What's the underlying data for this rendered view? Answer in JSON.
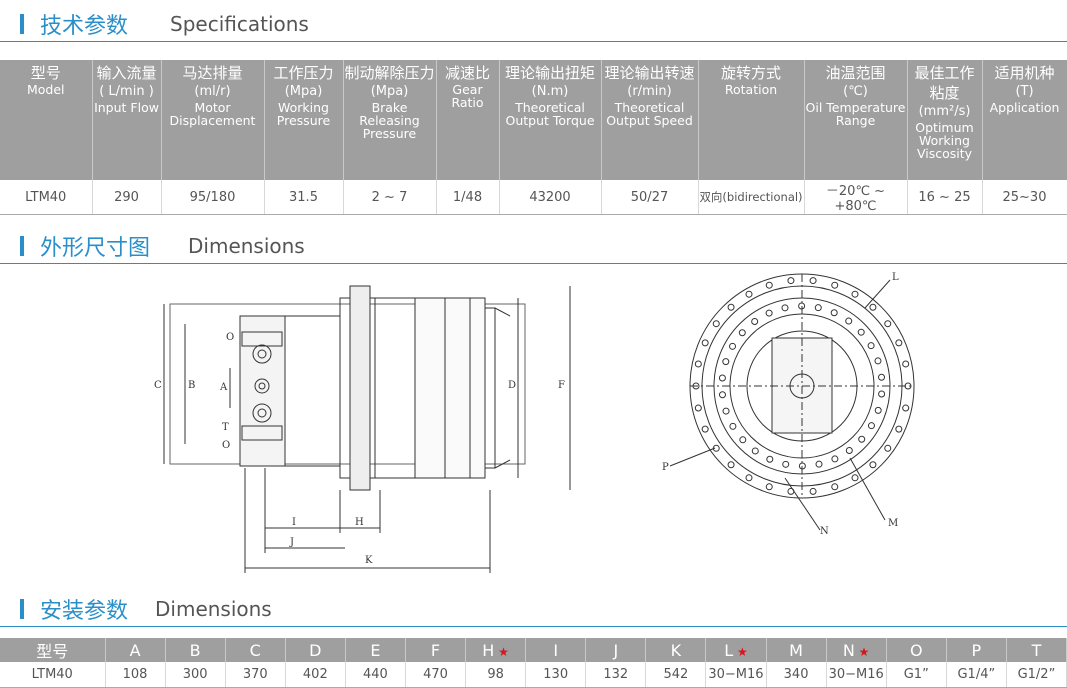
{
  "sections": {
    "specs": {
      "zh": "技术参数",
      "en": "Specifications"
    },
    "dims": {
      "zh": "外形尺寸图",
      "en": "Dimensions"
    },
    "install": {
      "zh": "安装参数",
      "en": "Dimensions"
    }
  },
  "spec_table": {
    "headers": [
      {
        "zh": "型号",
        "unit": "",
        "en": "Model"
      },
      {
        "zh": "输入流量",
        "unit": "( L/min )",
        "en": "Input Flow"
      },
      {
        "zh": "马达排量",
        "unit": "(ml/r)",
        "en": "Motor Displacement"
      },
      {
        "zh": "工作压力",
        "unit": "(Mpa)",
        "en": "Working Pressure"
      },
      {
        "zh": "制动解除压力",
        "unit": "(Mpa)",
        "en": "Brake Releasing Pressure"
      },
      {
        "zh": "减速比",
        "unit": "",
        "en": "Gear Ratio"
      },
      {
        "zh": "理论输出扭矩",
        "unit": "(N.m)",
        "en": "Theoretical Output Torque"
      },
      {
        "zh": "理论输出转速",
        "unit": "(r/min)",
        "en": "Theoretical Output Speed"
      },
      {
        "zh": "旋转方式",
        "unit": "",
        "en": "Rotation"
      },
      {
        "zh": "油温范围",
        "unit": "(℃)",
        "en": "Oil Temperature Range"
      },
      {
        "zh": "最佳工作粘度",
        "unit": "(mm²/s)",
        "en": "Optimum Working Viscosity"
      },
      {
        "zh": "适用机种",
        "unit": "(T)",
        "en": "Application"
      }
    ],
    "row": [
      "LTM40",
      "290",
      "95/180",
      "31.5",
      "2 ~ 7",
      "1/48",
      "43200",
      "50/27",
      "双向(bidirectional)",
      "－20℃ ~ +80℃",
      "16 ~ 25",
      "25~30"
    ]
  },
  "drawing_labels": {
    "side": [
      "C",
      "B",
      "A",
      "D",
      "F",
      "I",
      "H",
      "J",
      "K",
      "O",
      "T",
      "O"
    ],
    "front": [
      "L",
      "P",
      "N",
      "M"
    ]
  },
  "dim_table": {
    "headers": [
      "型号",
      "A",
      "B",
      "C",
      "D",
      "E",
      "F",
      "H",
      "I",
      "J",
      "K",
      "L",
      "M",
      "N",
      "O",
      "P",
      "T"
    ],
    "starred": [
      "H",
      "L",
      "N"
    ],
    "row": [
      "LTM40",
      "108",
      "300",
      "370",
      "402",
      "440",
      "470",
      "98",
      "130",
      "132",
      "542",
      "30−M16",
      "340",
      "30−M16",
      "G1”",
      "G1/4”",
      "G1/2”"
    ]
  }
}
